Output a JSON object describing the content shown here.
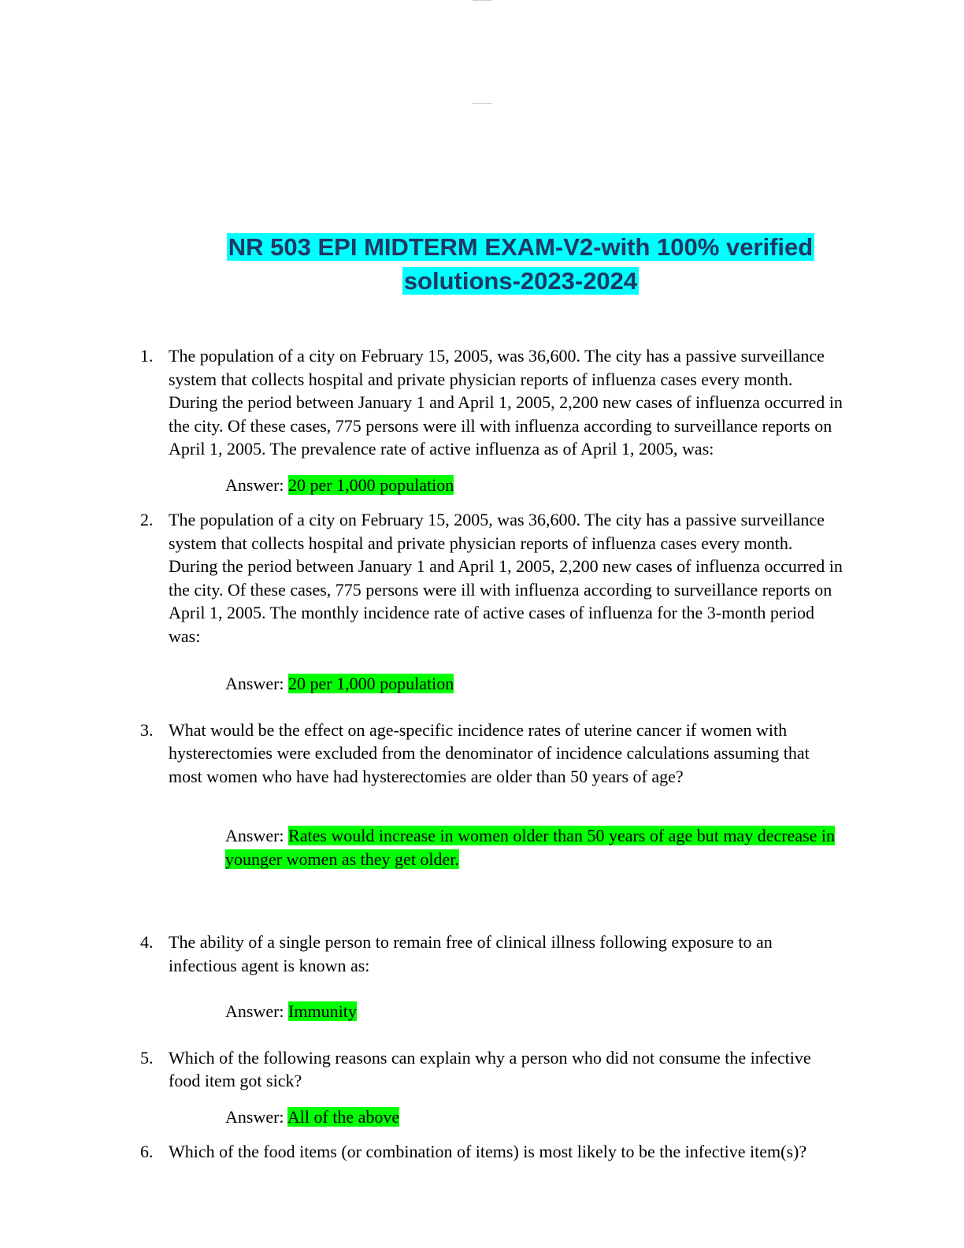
{
  "header_marks": [
    "Scanned with CamScanner",
    "Scanned with CamScanner"
  ],
  "title": {
    "line1": "NR 503 EPI MIDTERM EXAM-V2-with 100% verified",
    "line2": "solutions-2023-2024"
  },
  "answer_label": "Answer:",
  "questions": [
    {
      "number": "1.",
      "text": "The population of a city on February 15, 2005, was 36,600. The city has a passive surveillance system that collects hospital and private physician reports of influenza cases every month. During the period between January 1 and April 1, 2005, 2,200 new cases of influenza occurred in the city. Of these cases, 775 persons were ill with influenza according to surveillance reports on April 1, 2005. The prevalence rate of active influenza as of April 1, 2005, was:",
      "answer": "20 per 1,000 population"
    },
    {
      "number": "2.",
      "text": "The population of a city on February 15, 2005, was 36,600. The city has a passive surveillance system that collects hospital and private physician reports of influenza cases every month. During the period between January 1 and April 1, 2005, 2,200 new cases of influenza occurred in the city. Of these cases, 775 persons were ill with influenza according to surveillance reports on April 1, 2005. The monthly incidence rate of active cases of influenza for the 3-month period was:",
      "answer": "20 per 1,000 population"
    },
    {
      "number": "3.",
      "text": "What would be the effect on age-specific incidence rates of uterine cancer if women with hysterectomies were excluded from the denominator of incidence calculations assuming that most women who have had hysterectomies are older than 50 years of age?",
      "answer": "Rates would increase in women older than 50 years of age but may decrease in younger women as they get older."
    },
    {
      "number": "4.",
      "text": "The ability of a single person to remain free of clinical illness following exposure to an infectious agent is known as:",
      "answer": "Immunity"
    },
    {
      "number": "5.",
      "text": "Which of the following reasons can explain why a person who did not consume the infective food item got sick?",
      "answer": "All of the above"
    },
    {
      "number": "6.",
      "text": "Which of the food items (or combination of items) is most likely to be the infective item(s)?"
    }
  ]
}
